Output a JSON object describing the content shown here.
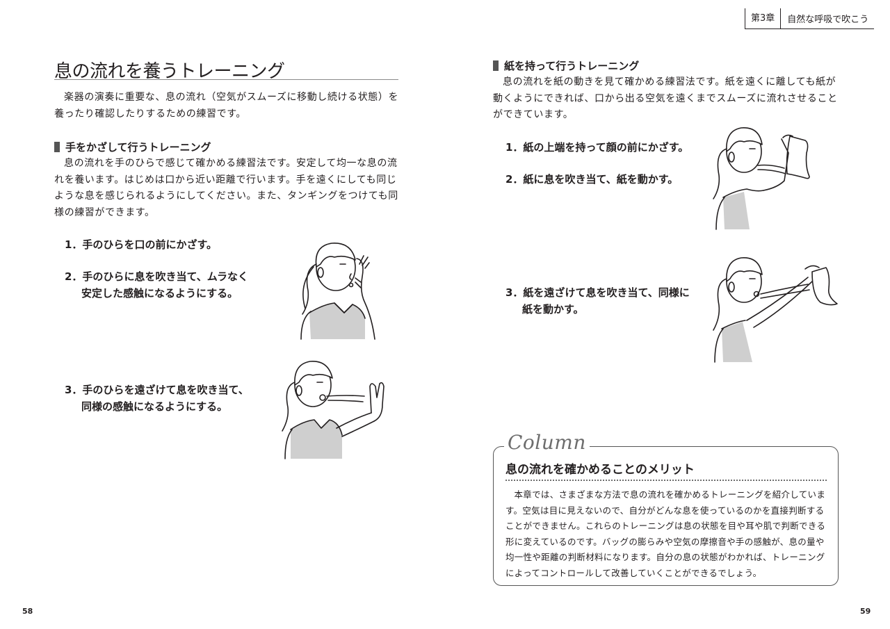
{
  "header": {
    "chapter_label": "第3章",
    "chapter_title": "自然な呼吸で吹こう"
  },
  "left_page": {
    "title": "息の流れを養うトレーニング",
    "intro": "楽器の演奏に重要な、息の流れ（空気がスムーズに移動し続ける状態）を養ったり確認したりするための練習です。",
    "section": {
      "heading": "手をかざして行うトレーニング",
      "body": "息の流れを手のひらで感じて確かめる練習法です。安定して均一な息の流れを養います。はじめは口から近い距離で行います。手を遠くにしても同じような息を感じられるようにしてください。また、タンギングをつけても同様の練習ができます。",
      "steps": [
        {
          "line1": "1．手のひらを口の前にかざす。",
          "line2": ""
        },
        {
          "line1": "2．手のひらに息を吹き当て、ムラなく",
          "line2": "安定した感触になるようにする。"
        },
        {
          "line1": "3．手のひらを遠ざけて息を吹き当て、",
          "line2": "同様の感触になるようにする。"
        }
      ]
    },
    "page_number": "58"
  },
  "right_page": {
    "section": {
      "heading": "紙を持って行うトレーニング",
      "body": "息の流れを紙の動きを見て確かめる練習法です。紙を遠くに離しても紙が動くようにできれば、口から出る空気を遠くまでスムーズに流れさせることができています。",
      "steps": [
        {
          "line1": "1．紙の上端を持って顔の前にかざす。",
          "line2": ""
        },
        {
          "line1": "2．紙に息を吹き当て、紙を動かす。",
          "line2": ""
        },
        {
          "line1": "3．紙を遠ざけて息を吹き当て、同様に",
          "line2": "紙を動かす。"
        }
      ]
    },
    "column": {
      "label": "Column",
      "title": "息の流れを確かめることのメリット",
      "body": "本章では、さまざまな方法で息の流れを確かめるトレーニングを紹介しています。空気は目に見えないので、自分がどんな息を使っているのかを直接判断することができません。これらのトレーニングは息の状態を目や耳や肌で判断できる形に変えているのです。バッグの膨らみや空気の摩擦音や手の感触が、息の量や均一性や距離の判断材料になります。自分の息の状態がわかれば、トレーニングによってコントロールして改善していくことができるでしょう。"
    },
    "page_number": "59"
  }
}
